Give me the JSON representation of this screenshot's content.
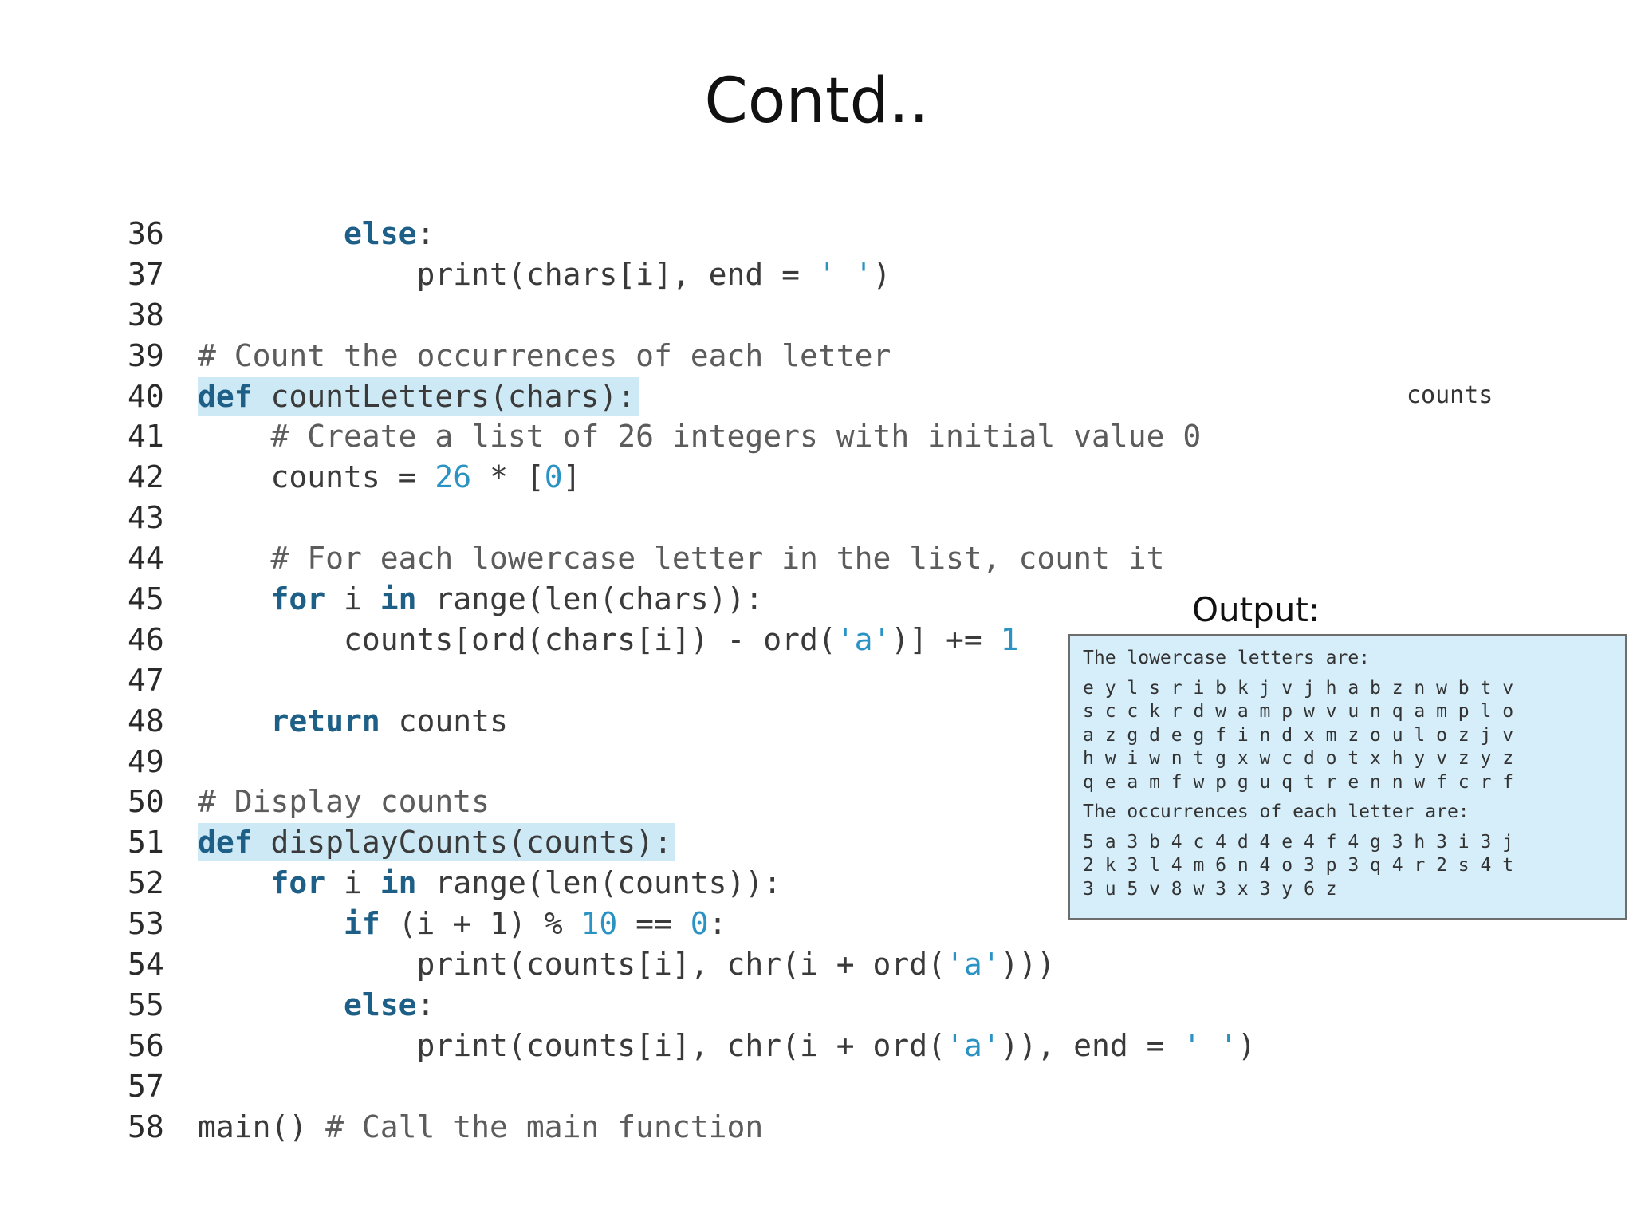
{
  "slide": {
    "title": "Contd.."
  },
  "code": {
    "lines": [
      {
        "n": "36",
        "indent": "        ",
        "tokens": [
          {
            "t": "else",
            "c": "kw"
          },
          {
            "t": ":",
            "c": ""
          }
        ]
      },
      {
        "n": "37",
        "indent": "            ",
        "tokens": [
          {
            "t": "print(chars[i], end = ",
            "c": ""
          },
          {
            "t": "' '",
            "c": "str"
          },
          {
            "t": ")",
            "c": ""
          }
        ]
      },
      {
        "n": "38",
        "indent": "",
        "tokens": []
      },
      {
        "n": "39",
        "indent": "",
        "tokens": [
          {
            "t": "# Count the occurrences of each letter",
            "c": "cm"
          }
        ]
      },
      {
        "n": "40",
        "indent": "",
        "hl": true,
        "tokens": [
          {
            "t": "def",
            "c": "kw"
          },
          {
            "t": " countLetters(chars):",
            "c": ""
          }
        ]
      },
      {
        "n": "41",
        "indent": "    ",
        "tokens": [
          {
            "t": "# Create a list of 26 integers with initial value 0",
            "c": "cm"
          }
        ]
      },
      {
        "n": "42",
        "indent": "    ",
        "tokens": [
          {
            "t": "counts = ",
            "c": ""
          },
          {
            "t": "26",
            "c": "num"
          },
          {
            "t": " * [",
            "c": ""
          },
          {
            "t": "0",
            "c": "num"
          },
          {
            "t": "]",
            "c": ""
          }
        ]
      },
      {
        "n": "43",
        "indent": "",
        "tokens": []
      },
      {
        "n": "44",
        "indent": "    ",
        "tokens": [
          {
            "t": "# For each lowercase letter in the list, count it",
            "c": "cm"
          }
        ]
      },
      {
        "n": "45",
        "indent": "    ",
        "tokens": [
          {
            "t": "for",
            "c": "kw"
          },
          {
            "t": " i ",
            "c": ""
          },
          {
            "t": "in",
            "c": "kw"
          },
          {
            "t": " range(len(chars)):",
            "c": ""
          }
        ]
      },
      {
        "n": "46",
        "indent": "        ",
        "tokens": [
          {
            "t": "counts[ord(chars[i]) - ord(",
            "c": ""
          },
          {
            "t": "'a'",
            "c": "str"
          },
          {
            "t": ")] += ",
            "c": ""
          },
          {
            "t": "1",
            "c": "num"
          }
        ]
      },
      {
        "n": "47",
        "indent": "",
        "tokens": []
      },
      {
        "n": "48",
        "indent": "    ",
        "tokens": [
          {
            "t": "return",
            "c": "kw"
          },
          {
            "t": " counts",
            "c": ""
          }
        ]
      },
      {
        "n": "49",
        "indent": "",
        "tokens": []
      },
      {
        "n": "50",
        "indent": "",
        "tokens": [
          {
            "t": "# Display counts",
            "c": "cm"
          }
        ]
      },
      {
        "n": "51",
        "indent": "",
        "hl": true,
        "tokens": [
          {
            "t": "def",
            "c": "kw"
          },
          {
            "t": " displayCounts(counts):",
            "c": ""
          }
        ]
      },
      {
        "n": "52",
        "indent": "    ",
        "tokens": [
          {
            "t": "for",
            "c": "kw"
          },
          {
            "t": " i ",
            "c": ""
          },
          {
            "t": "in",
            "c": "kw"
          },
          {
            "t": " range(len(counts)):",
            "c": ""
          }
        ]
      },
      {
        "n": "53",
        "indent": "        ",
        "tokens": [
          {
            "t": "if",
            "c": "kw"
          },
          {
            "t": " (i + 1) % ",
            "c": ""
          },
          {
            "t": "10",
            "c": "num"
          },
          {
            "t": " == ",
            "c": ""
          },
          {
            "t": "0",
            "c": "num"
          },
          {
            "t": ":",
            "c": ""
          }
        ]
      },
      {
        "n": "54",
        "indent": "            ",
        "tokens": [
          {
            "t": "print(counts[i], chr(i + ord(",
            "c": ""
          },
          {
            "t": "'a'",
            "c": "str"
          },
          {
            "t": ")))",
            "c": ""
          }
        ]
      },
      {
        "n": "55",
        "indent": "        ",
        "tokens": [
          {
            "t": "else",
            "c": "kw"
          },
          {
            "t": ":",
            "c": ""
          }
        ]
      },
      {
        "n": "56",
        "indent": "            ",
        "tokens": [
          {
            "t": "print(counts[i], chr(i + ord(",
            "c": ""
          },
          {
            "t": "'a'",
            "c": "str"
          },
          {
            "t": ")), end = ",
            "c": ""
          },
          {
            "t": "' '",
            "c": "str"
          },
          {
            "t": ")",
            "c": ""
          }
        ]
      },
      {
        "n": "57",
        "indent": "",
        "tokens": []
      },
      {
        "n": "58",
        "indent": "",
        "tokens": [
          {
            "t": "main() ",
            "c": ""
          },
          {
            "t": "# Call the main function",
            "c": "cm"
          }
        ]
      }
    ]
  },
  "side_label": "counts",
  "output": {
    "label": "Output:",
    "header1": "The lowercase letters are:",
    "letters": [
      "e y l s r i b k j v j h a b z n w b t v",
      "s c c k r d w a m p w v u n q a m p l o",
      "a z g d e g f i n d x m z o u l o z j v",
      "h w i w n t g x w c d o t x h y v z y z",
      "q e a m f w p g u q t r e n n w f c r f"
    ],
    "header2": "The occurrences of each letter are:",
    "counts": [
      "5 a 3 b 4 c 4 d 4 e 4 f 4 g 3 h 3 i 3 j",
      "2 k 3 l 4 m 6 n 4 o 3 p 3 q 4 r 2 s 4 t",
      "3 u 5 v 8 w 3 x 3 y 6 z"
    ]
  }
}
